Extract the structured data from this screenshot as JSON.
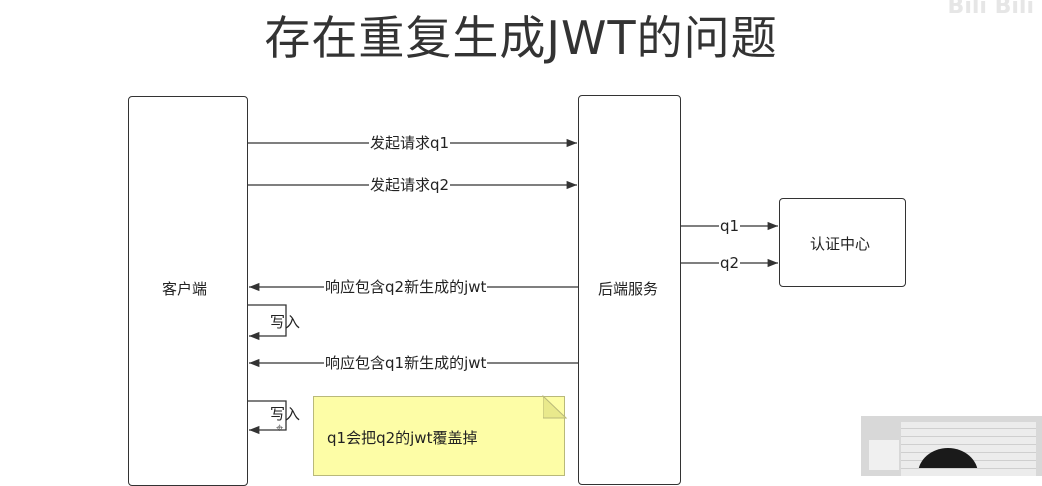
{
  "title": "存在重复生成JWT的问题",
  "watermark": "Bili Bili",
  "nodes": {
    "client": "客户端",
    "backend": "后端服务",
    "auth": "认证中心"
  },
  "messages": {
    "req_q1": "发起请求q1",
    "req_q2": "发起请求q2",
    "auth_q1": "q1",
    "auth_q2": "q2",
    "resp_q2": "响应包含q2新生成的jwt",
    "write_1": "写入",
    "resp_q1": "响应包含q1新生成的jwt",
    "write_2": "写入"
  },
  "note": "q1会把q2的jwt覆盖掉",
  "colors": {
    "line": "#333333",
    "note_fill": "#fdfda6"
  }
}
